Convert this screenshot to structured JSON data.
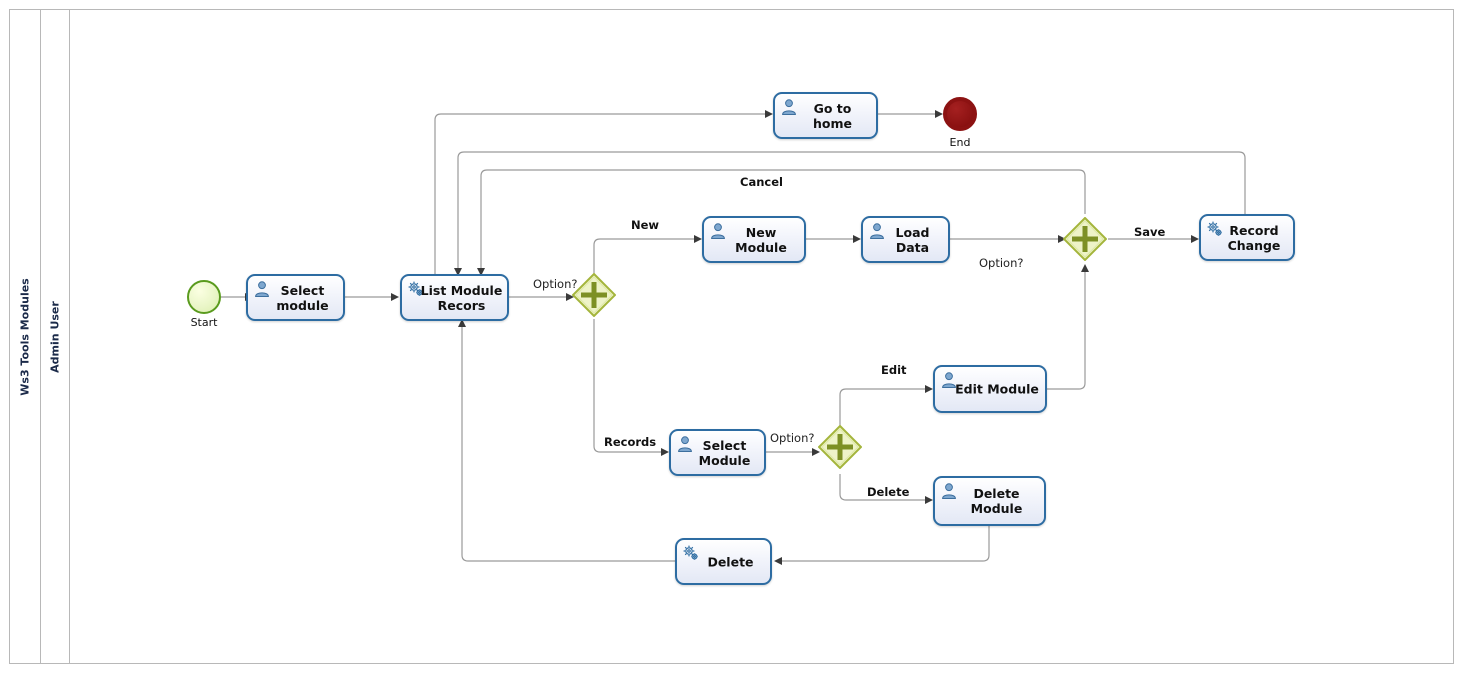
{
  "diagram": {
    "type": "bpmn-process",
    "pool": {
      "label": "Ws3 Tools Modules"
    },
    "lane": {
      "label": "Admin User"
    }
  },
  "events": [
    {
      "id": "start",
      "kind": "start-event",
      "caption": "Start"
    },
    {
      "id": "end",
      "kind": "end-event",
      "caption": "End"
    }
  ],
  "tasks": [
    {
      "id": "select-module",
      "label": "Select\nmodule",
      "icon": "user-task-icon"
    },
    {
      "id": "list-module-records",
      "label": "List Module\nRecors",
      "icon": "service-task-icon"
    },
    {
      "id": "go-to-home",
      "label": "Go to home",
      "icon": "user-task-icon"
    },
    {
      "id": "new-module",
      "label": "New\nModule",
      "icon": "user-task-icon"
    },
    {
      "id": "load-data",
      "label": "Load Data",
      "icon": "user-task-icon"
    },
    {
      "id": "record-change",
      "label": "Record\nChange",
      "icon": "service-task-icon"
    },
    {
      "id": "select-module-2",
      "label": "Select\nModule",
      "icon": "user-task-icon"
    },
    {
      "id": "edit-module",
      "label": "Edit Module",
      "icon": "user-task-icon"
    },
    {
      "id": "delete-module",
      "label": "Delete\nModule",
      "icon": "user-task-icon"
    },
    {
      "id": "delete",
      "label": "Delete",
      "icon": "service-task-icon"
    }
  ],
  "gateways": [
    {
      "id": "gw-option-1",
      "kind": "parallel-gateway"
    },
    {
      "id": "gw-option-2",
      "kind": "parallel-gateway"
    },
    {
      "id": "gw-option-3",
      "kind": "parallel-gateway"
    }
  ],
  "labels": {
    "start": "Start",
    "end": "End",
    "select_module": "Select\nmodule",
    "list_module_records": "List Module\nRecors",
    "go_to_home": "Go to home",
    "new_module": "New\nModule",
    "load_data": "Load Data",
    "record_change": "Record\nChange",
    "select_module_2": "Select\nModule",
    "edit_module": "Edit Module",
    "delete_module": "Delete\nModule",
    "delete": "Delete"
  },
  "flow_labels": {
    "option_1": "Option?",
    "new": "New",
    "records": "Records",
    "cancel": "Cancel",
    "option_2": "Option?",
    "option_3": "Option?",
    "save": "Save",
    "edit": "Edit",
    "delete": "Delete"
  },
  "colors": {
    "task_border": "#2d6ca2",
    "task_fill": "#eef1f9",
    "gateway_stroke": "#a4b53c",
    "gateway_fill": "#eef3c8",
    "gateway_plus": "#7d9025",
    "start_stroke": "#5a9b1e",
    "end_stroke": "#8c1212",
    "connector": "#9a9a9a",
    "pool_border": "#b8b8b8",
    "text": "#111111"
  }
}
